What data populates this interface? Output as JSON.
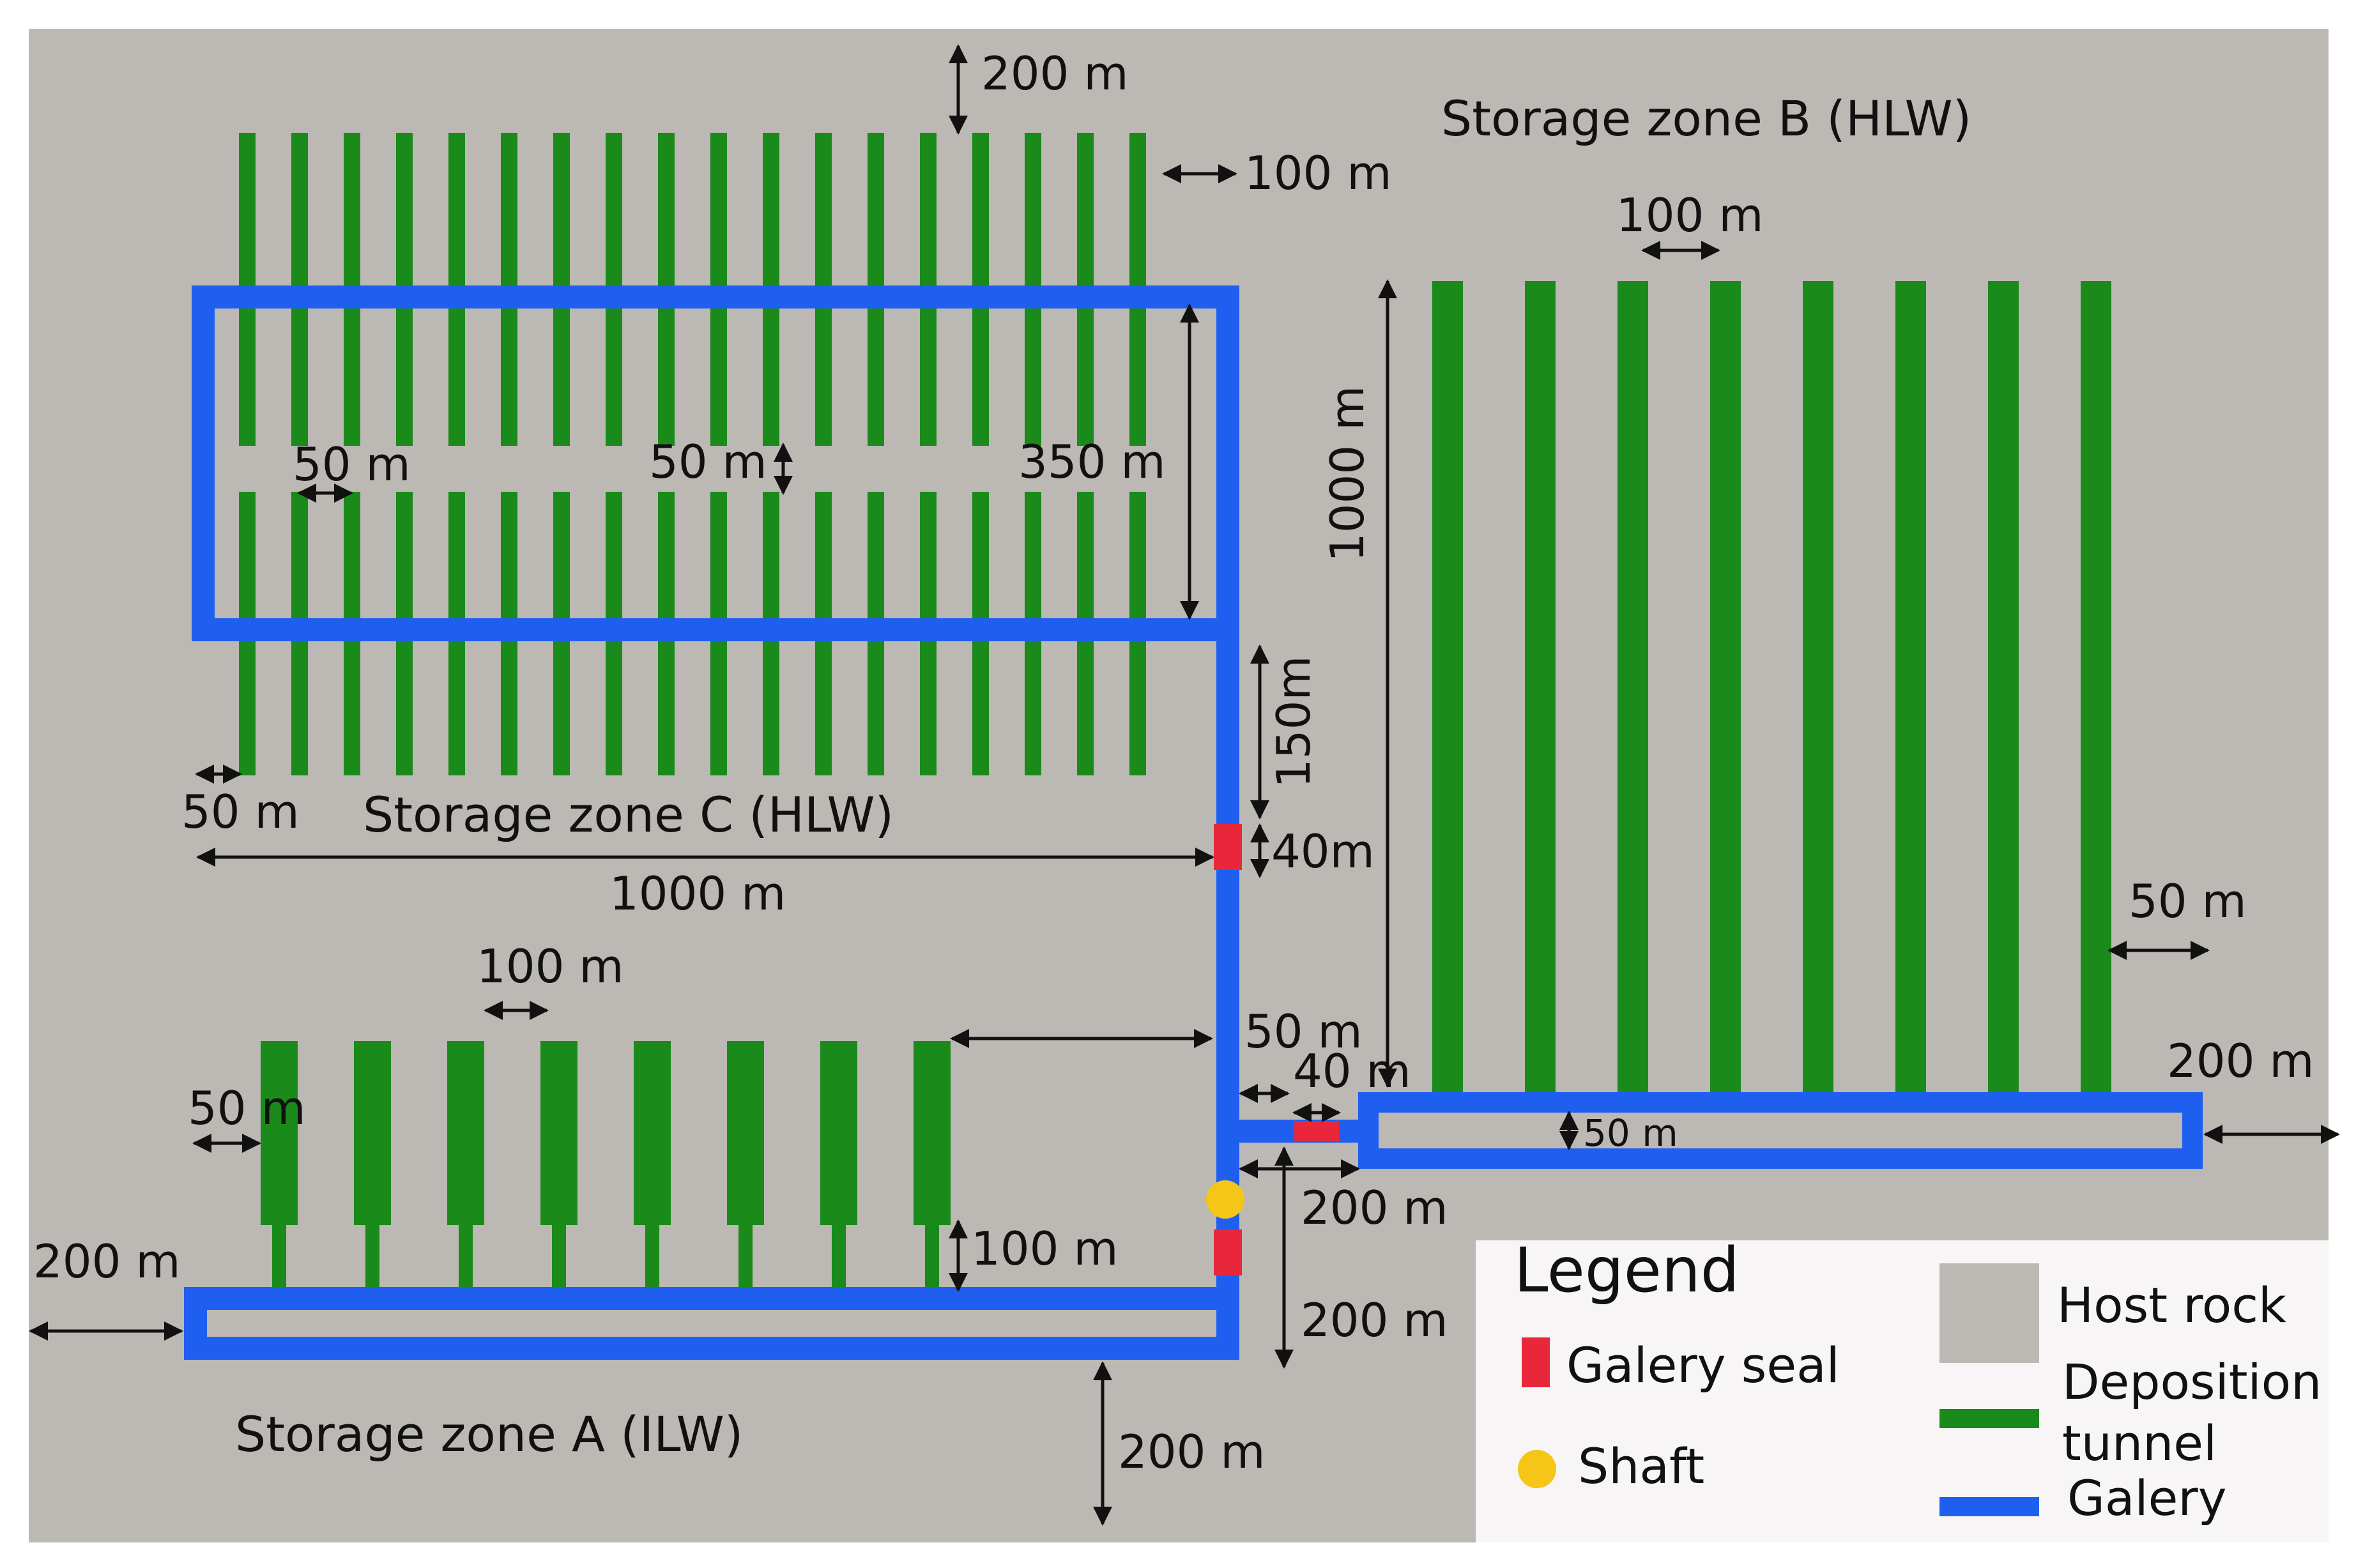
{
  "colors": {
    "host_rock": "#bcb8b3",
    "deposition_tunnel": "#1a8a1a",
    "galery": "#1f5ff0",
    "galery_seal": "#e8283a",
    "shaft": "#f5c518",
    "legend_bg": "#f7f5f5",
    "dimension_line": "#111111"
  },
  "zones": {
    "zone_b": "Storage zone B (HLW)",
    "zone_c": "Storage zone C (HLW)",
    "zone_a": "Storage zone A (ILW)"
  },
  "dimensions": {
    "c_top_200": "200 m",
    "c_right_100": "100 m",
    "c_gap_50_left": "50 m",
    "c_gap_50_mid": "50 m",
    "c_height_350": "350 m",
    "c_left_50": "50 m",
    "c_width_1000": "1000 m",
    "vert_150": "150m",
    "vert_40": "40m",
    "b_spacing_100": "100 m",
    "b_height_1000": "1000 m",
    "b_right_50": "50 m",
    "b_right_200": "200 m",
    "b_gallery_50": "50 m",
    "conn_50": "50 m",
    "conn_40": "40 m",
    "conn_200": "200 m",
    "shaft_down_200": "200 m",
    "a_spacing_100": "100 m",
    "a_left_50": "50 m",
    "a_left_200": "200 m",
    "a_tunnel_100": "100 m",
    "a_bottom_200": "200 m"
  },
  "legend": {
    "title": "Legend",
    "items": {
      "host_rock": "Host rock",
      "galery_seal": "Galery seal",
      "deposition_tunnel_line1": "Deposition",
      "deposition_tunnel_line2": "tunnel",
      "shaft": "Shaft",
      "galery": "Galery"
    }
  }
}
